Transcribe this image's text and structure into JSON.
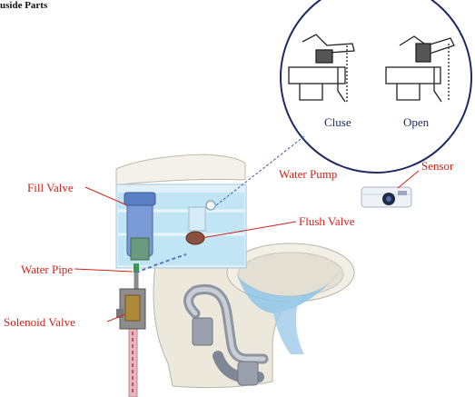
{
  "heading": "uside Parts",
  "labels": {
    "fill_valve": "Fill Valve",
    "water_pump": "Water Pump",
    "sensor": "Sensor",
    "flush_valve": "Flush Valve",
    "water_pipe": "Water Pipe",
    "solenoid_valve": "Solenoid Valve"
  },
  "inset": {
    "close": "Cluse",
    "open": "Open"
  },
  "colors": {
    "label": "#d0241c",
    "inset_border": "#1e2a63",
    "tank_water": "#bfe3f5",
    "porcelain": "#efece2"
  }
}
